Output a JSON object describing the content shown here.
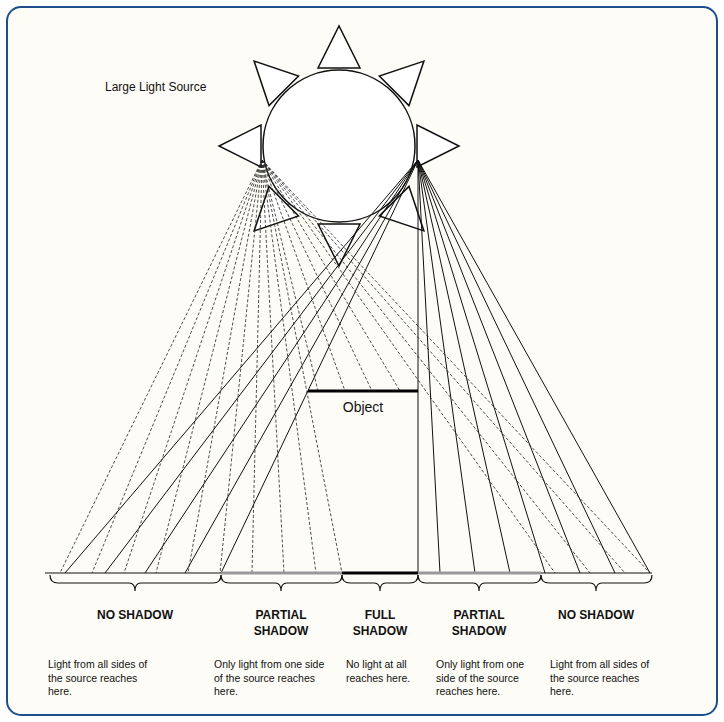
{
  "diagram": {
    "labels": [
      "Large Light Source",
      "Object",
      "NO SHADOW",
      "PARTIAL SHADOW",
      "FULL SHADOW",
      "PARTIAL SHADOW",
      "NO SHADOW",
      "Light from all sides of the source reaches here.",
      "Only light from one side of the source reaches here.",
      "No light at all reaches here.",
      "Only light from one side of the source reaches here.",
      "Light from all sides of the source reaches here."
    ]
  }
}
